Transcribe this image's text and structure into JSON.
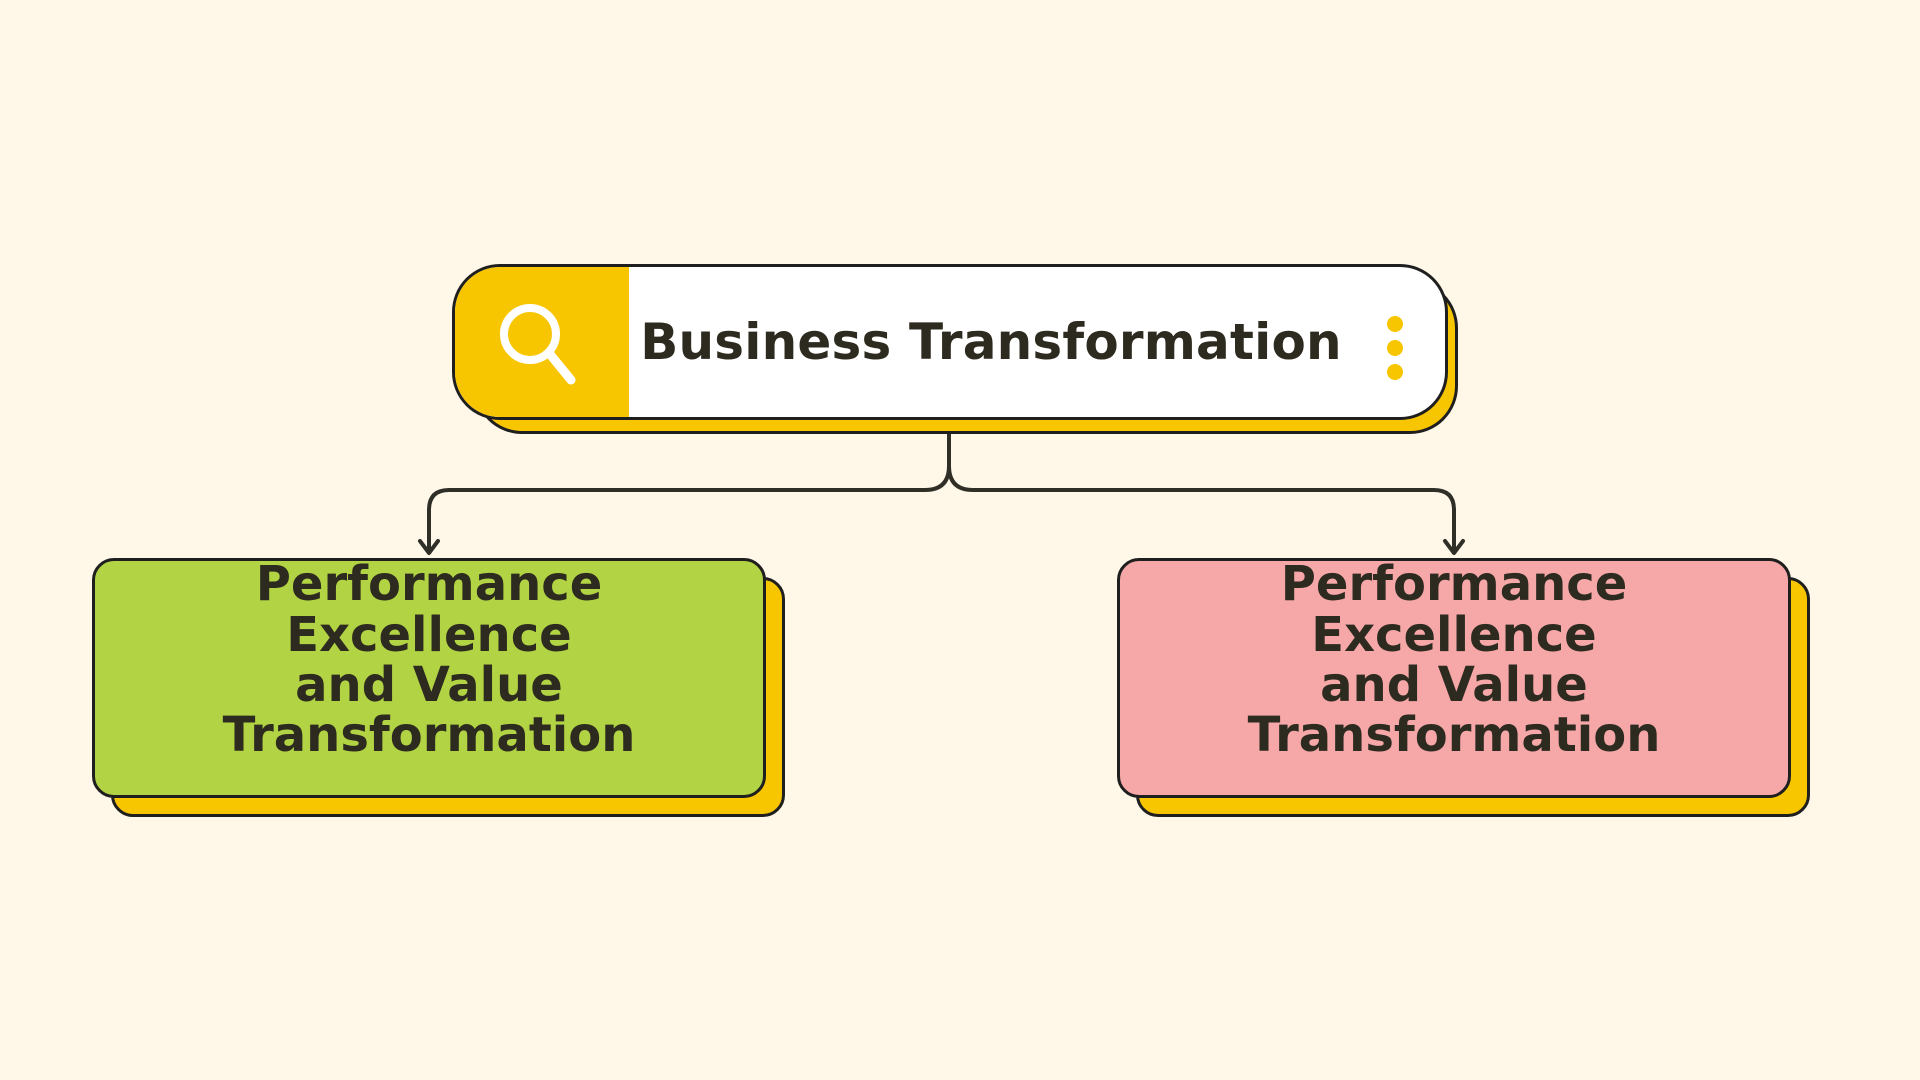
{
  "diagram": {
    "root": {
      "label": "Business Transformation",
      "icon": "search-icon",
      "menu_icon": "more-vertical-icon"
    },
    "children": [
      {
        "label": "Performance Excellence\nand Value Transformation",
        "fill": "#b2d444"
      },
      {
        "label": "Performance Excellence\nand Value Transformation",
        "fill": "#f6a7a8"
      }
    ],
    "colors": {
      "background": "#fff7e8",
      "accent": "#f7c600",
      "outline": "#1f1f1f",
      "text": "#2d2a1f"
    }
  }
}
